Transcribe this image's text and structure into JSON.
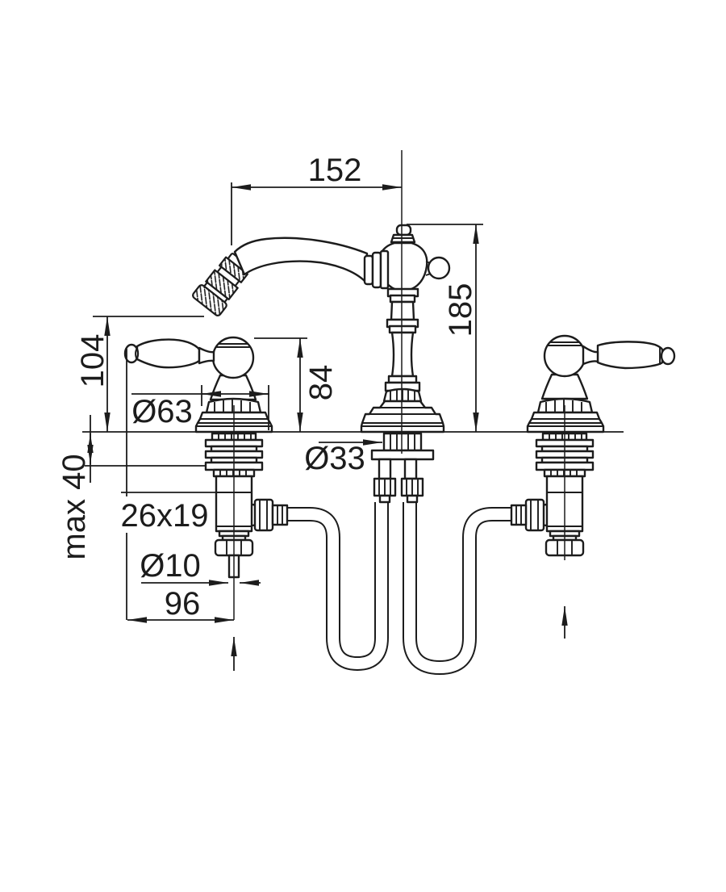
{
  "drawing": {
    "background": "#ffffff",
    "line_color": "#1c1c1c",
    "labels": {
      "spout_reach": "152",
      "spout_height": "185",
      "outlet_height": "104",
      "handle_height": "84",
      "handle_base_diameter": "Ø63",
      "deck_hole_diameter": "Ø33",
      "max_deck_thickness": "max 40",
      "body_section": "26x19",
      "supply_pipe_diameter": "Ø10",
      "handle_reach": "96"
    },
    "icons": {
      "left_inlet_flow": "up-arrow",
      "right_inlet_flow": "up-arrow"
    }
  }
}
